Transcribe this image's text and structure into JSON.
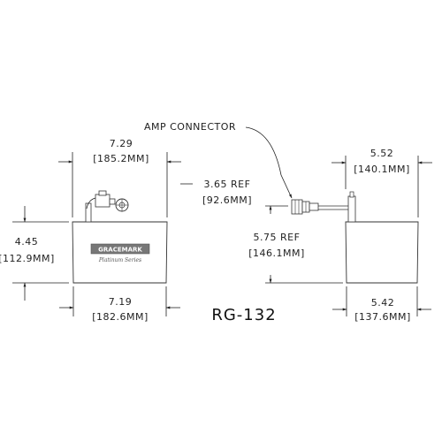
{
  "model": "RG-132",
  "callout": "AMP CONNECTOR",
  "left_view": {
    "top_width_in": "7.29",
    "top_width_mm": "[185.2MM]",
    "bottom_width_in": "7.19",
    "bottom_width_mm": "[182.6MM]",
    "height_in": "4.45",
    "height_mm": "[112.9MM]",
    "ref_in": "3.65 REF",
    "ref_mm": "[92.6MM]",
    "brand_text": "GRACEMARK",
    "series_text": "Platinum Series"
  },
  "right_view": {
    "top_width_in": "5.52",
    "top_width_mm": "[140.1MM]",
    "bottom_width_in": "5.42",
    "bottom_width_mm": "[137.6MM]",
    "ref_in": "5.75 REF",
    "ref_mm": "[146.1MM]"
  }
}
